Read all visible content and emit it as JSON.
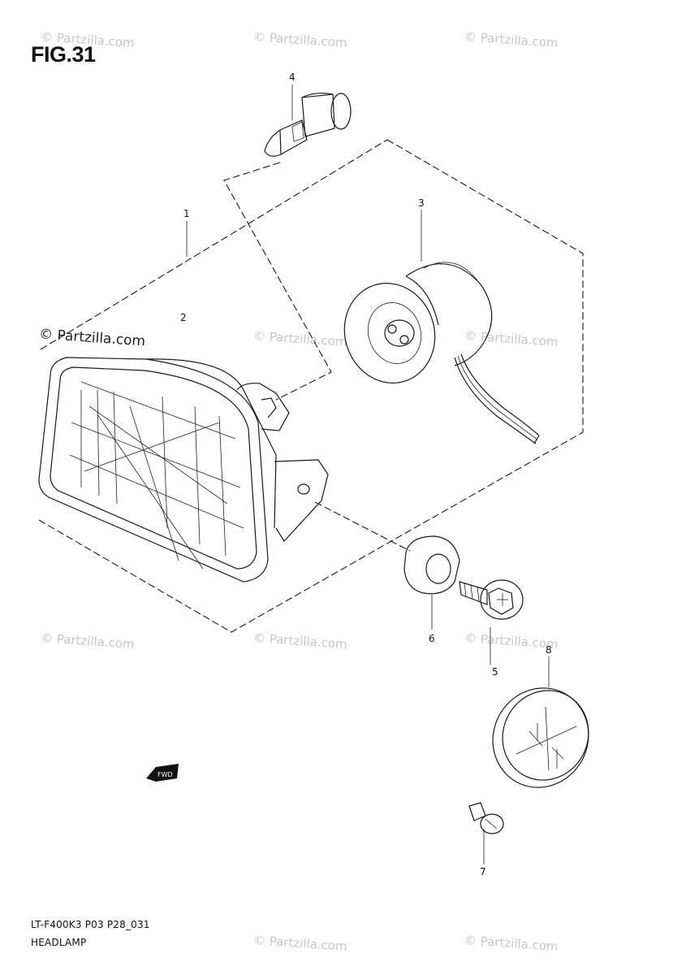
{
  "figure": {
    "title": "FIG.31"
  },
  "callouts": [
    {
      "id": "1",
      "label": "1"
    },
    {
      "id": "2",
      "label": "2"
    },
    {
      "id": "3",
      "label": "3"
    },
    {
      "id": "4",
      "label": "4"
    },
    {
      "id": "5",
      "label": "5"
    },
    {
      "id": "6",
      "label": "6"
    },
    {
      "id": "7",
      "label": "7"
    },
    {
      "id": "8",
      "label": "8"
    }
  ],
  "direction_badge": "FWD",
  "footer": {
    "code": "LT-F400K3 P03 P28_031",
    "name": "HEADLAMP"
  },
  "watermark": "© Partzilla.com",
  "colors": {
    "line": "#1a1a1a",
    "watermark": "#c7c7c7",
    "background": "#ffffff"
  }
}
